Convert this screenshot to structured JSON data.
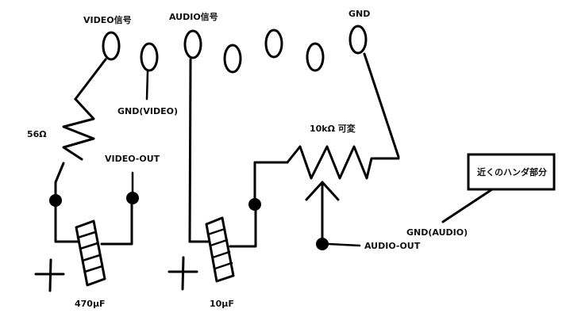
{
  "labels": {
    "video_signal": "VIDEO信号",
    "audio_signal": "AUDIO信号",
    "gnd": "GND",
    "gnd_video": "GND(VIDEO)",
    "resistor_56": "56Ω",
    "potentiometer": "10kΩ 可変",
    "video_out": "VIDEO-OUT",
    "note_box": "近くのハンダ部分",
    "gnd_audio": "GND(AUDIO)",
    "audio_out": "AUDIO-OUT",
    "cap_470": "470μF",
    "cap_10": "10μF"
  }
}
